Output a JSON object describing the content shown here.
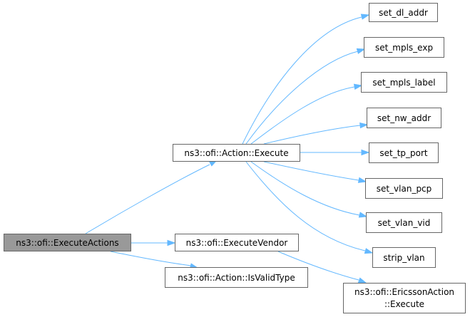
{
  "graph": {
    "nodes": {
      "root": {
        "label": [
          "ns3::ofi::ExecuteActions"
        ]
      },
      "action_execute": {
        "label": [
          "ns3::ofi::Action::Execute"
        ]
      },
      "execute_vendor": {
        "label": [
          "ns3::ofi::ExecuteVendor"
        ]
      },
      "is_valid_type": {
        "label": [
          "ns3::ofi::Action::IsValidType"
        ]
      },
      "set_dl_addr": {
        "label": [
          "set_dl_addr"
        ]
      },
      "set_mpls_exp": {
        "label": [
          "set_mpls_exp"
        ]
      },
      "set_mpls_label": {
        "label": [
          "set_mpls_label"
        ]
      },
      "set_nw_addr": {
        "label": [
          "set_nw_addr"
        ]
      },
      "set_tp_port": {
        "label": [
          "set_tp_port"
        ]
      },
      "set_vlan_pcp": {
        "label": [
          "set_vlan_pcp"
        ]
      },
      "set_vlan_vid": {
        "label": [
          "set_vlan_vid"
        ]
      },
      "strip_vlan": {
        "label": [
          "strip_vlan"
        ]
      },
      "ericsson_execute": {
        "label": [
          "ns3::ofi::EricssonAction",
          "::Execute"
        ]
      }
    },
    "edges": [
      {
        "from": "root",
        "to": "action_execute"
      },
      {
        "from": "root",
        "to": "execute_vendor"
      },
      {
        "from": "root",
        "to": "is_valid_type"
      },
      {
        "from": "action_execute",
        "to": "set_dl_addr"
      },
      {
        "from": "action_execute",
        "to": "set_mpls_exp"
      },
      {
        "from": "action_execute",
        "to": "set_mpls_label"
      },
      {
        "from": "action_execute",
        "to": "set_nw_addr"
      },
      {
        "from": "action_execute",
        "to": "set_tp_port"
      },
      {
        "from": "action_execute",
        "to": "set_vlan_pcp"
      },
      {
        "from": "action_execute",
        "to": "set_vlan_vid"
      },
      {
        "from": "action_execute",
        "to": "strip_vlan"
      },
      {
        "from": "execute_vendor",
        "to": "ericsson_execute"
      }
    ],
    "colors": {
      "root_fill": "#999999",
      "node_fill": "#ffffff",
      "node_border": "#666666",
      "edge": "#63b8ff",
      "text": "#000000"
    }
  }
}
